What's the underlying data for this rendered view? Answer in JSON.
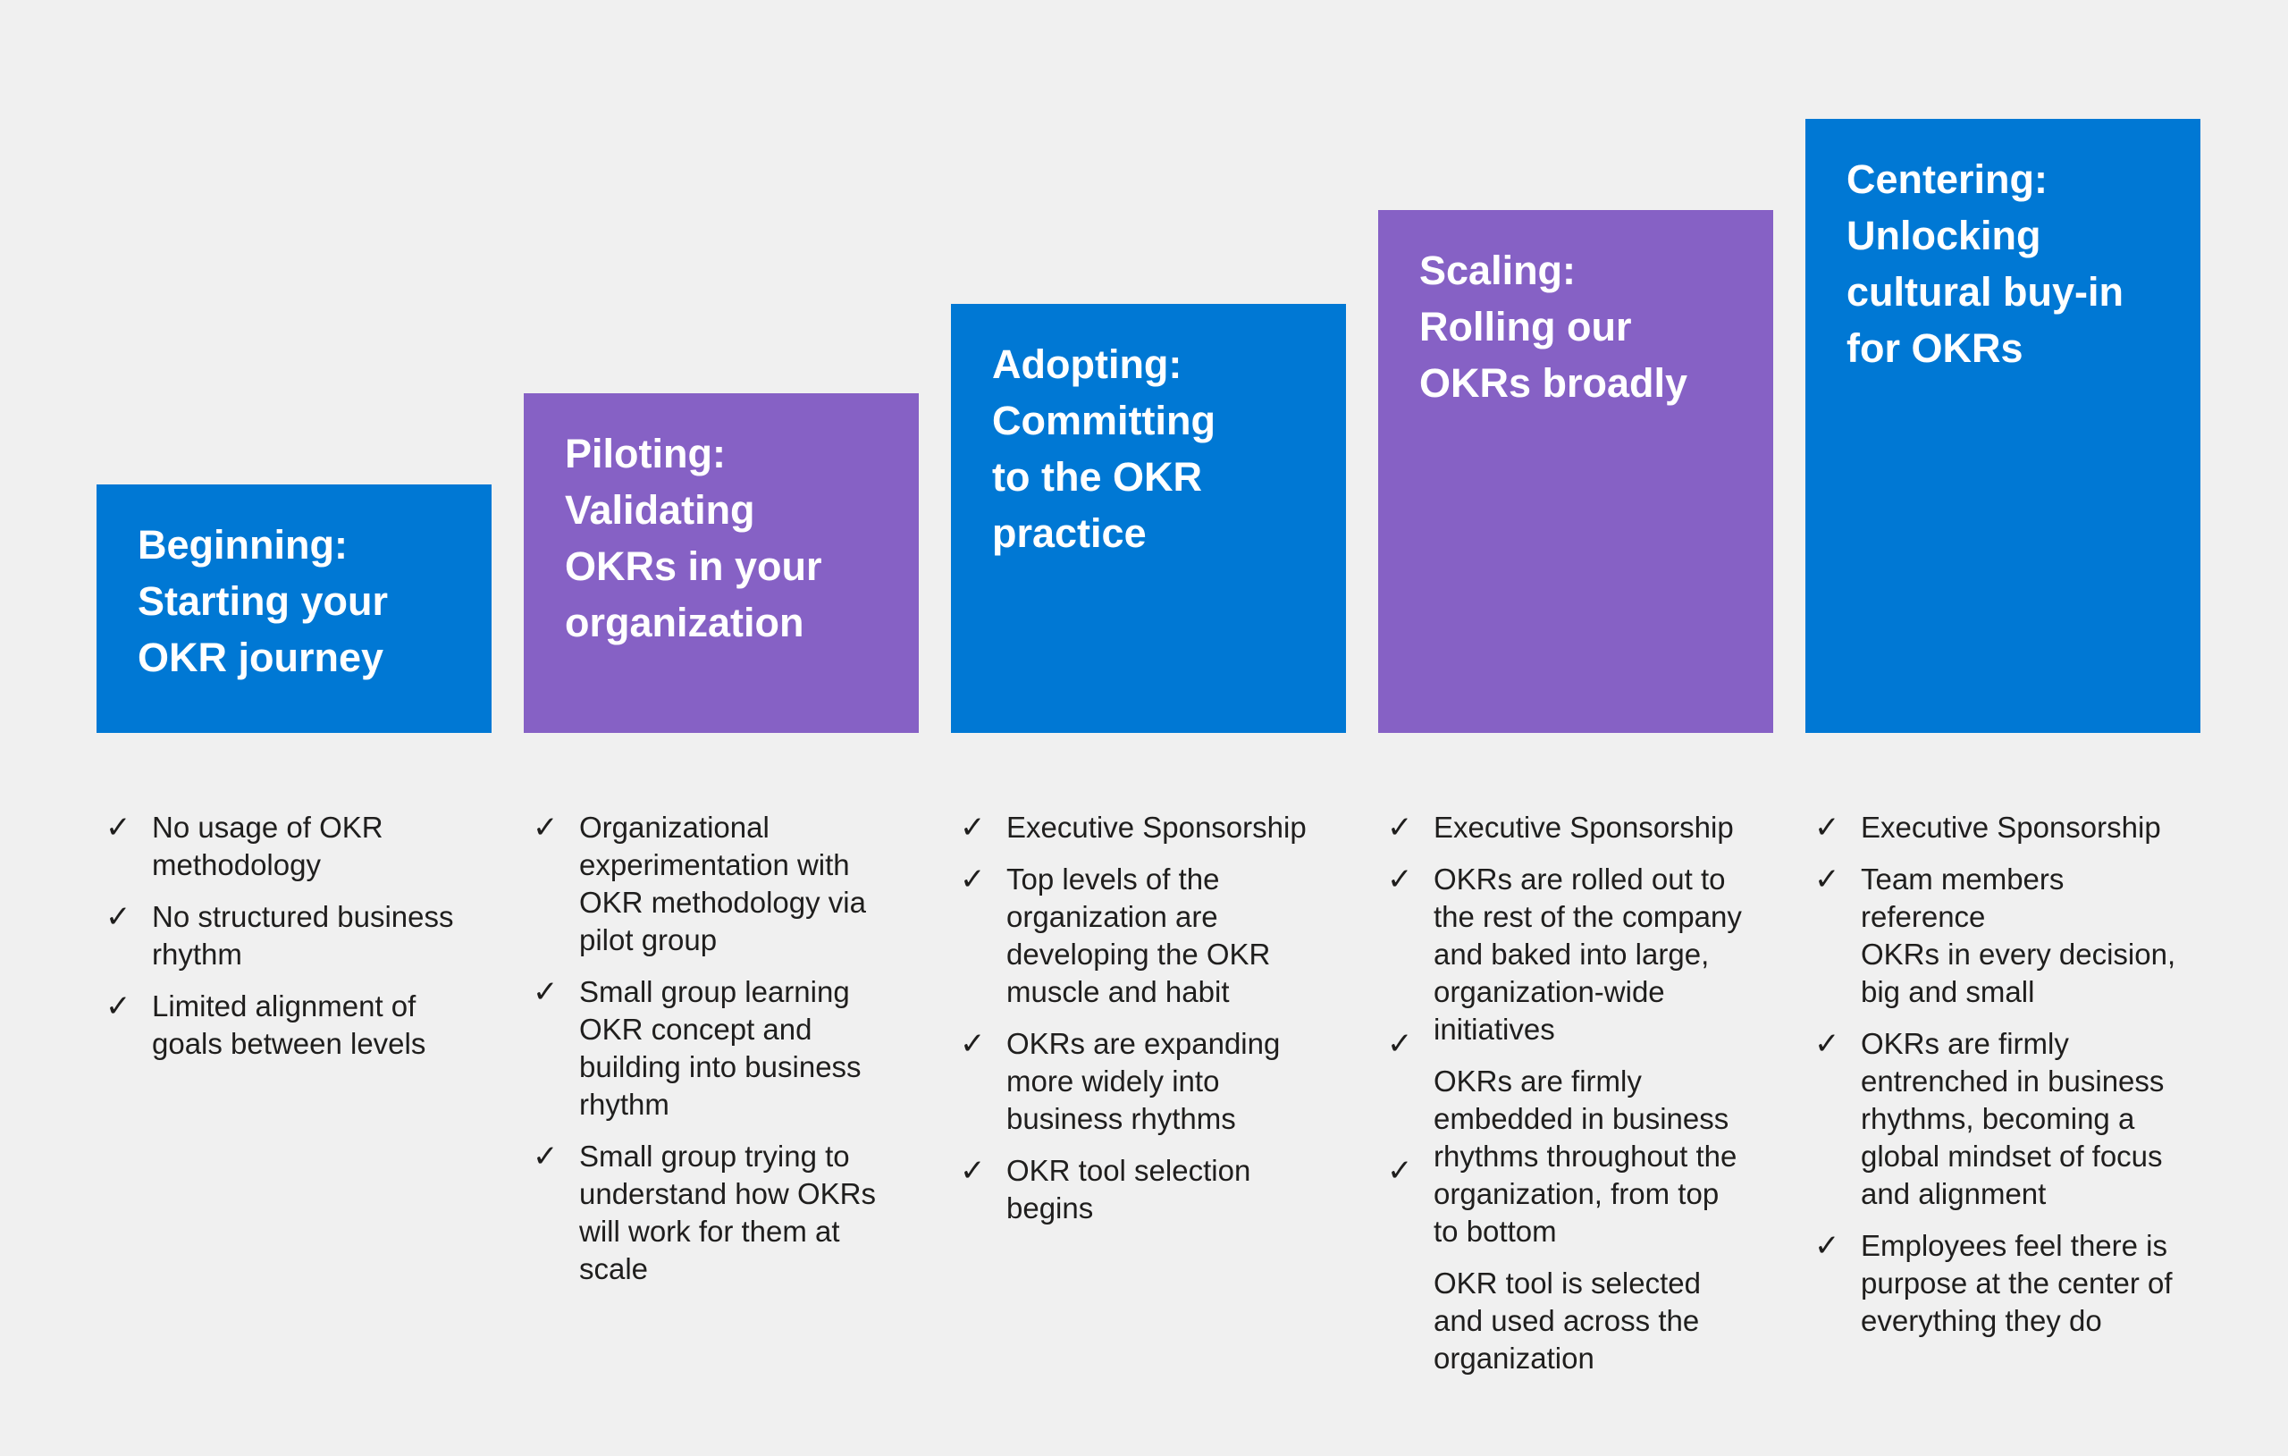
{
  "colors": {
    "background": "#F0F0F0",
    "blue": "#0078D4",
    "purple": "#8661C5",
    "title_text": "#FFFFFF",
    "item_text": "#1F1E1D"
  },
  "check_icon": "✓",
  "columns": [
    {
      "id": "beginning",
      "title": "Beginning:\nStarting your\nOKR journey",
      "color": "#0078D4",
      "items": [
        {
          "text": "No usage of OKR\nmethodology"
        },
        {
          "text": "No structured business\nrhythm"
        },
        {
          "text": "Limited alignment of\ngoals between levels"
        }
      ]
    },
    {
      "id": "piloting",
      "title": "Piloting:\nValidating\nOKRs in your\norganization",
      "color": "#8661C5",
      "items": [
        {
          "text": "Organizational\nexperimentation with\nOKR methodology via\npilot group"
        },
        {
          "text": "Small group learning\nOKR concept and\nbuilding into business\nrhythm"
        },
        {
          "text": "Small group trying to\nunderstand how OKRs\nwill work for them at\nscale"
        }
      ]
    },
    {
      "id": "adopting",
      "title": "Adopting:\nCommitting\nto the OKR\npractice",
      "color": "#0078D4",
      "items": [
        {
          "text": "Executive Sponsorship"
        },
        {
          "text": "Top levels of the\norganization are\ndeveloping the OKR\nmuscle and habit"
        },
        {
          "text": "OKRs are expanding\nmore widely into\nbusiness rhythms"
        },
        {
          "text": "OKR tool selection\nbegins"
        }
      ]
    },
    {
      "id": "scaling",
      "title": "Scaling:\nRolling our\nOKRs broadly",
      "color": "#8661C5",
      "items": [
        {
          "text": "Executive Sponsorship"
        },
        {
          "text": "OKRs are rolled out to\nthe rest of the company\nand baked into large,\norganization-wide\ninitiatives"
        },
        {
          "text": "OKRs are firmly\nembedded in business\nrhythms throughout the\norganization, from top\nto bottom"
        },
        {
          "text": "OKR tool is selected\nand used across the\norganization"
        }
      ]
    },
    {
      "id": "centering",
      "title": "Centering:\nUnlocking\ncultural buy-in\nfor OKRs",
      "color": "#0078D4",
      "items": [
        {
          "text": "Executive Sponsorship"
        },
        {
          "text": "Team members reference\nOKRs in every decision,\nbig and small"
        },
        {
          "text": "OKRs are firmly\nentrenched in business\nrhythms, becoming a\nglobal mindset of focus\nand alignment"
        },
        {
          "text": "Employees feel there is\npurpose at the center of\neverything they do"
        }
      ]
    }
  ]
}
